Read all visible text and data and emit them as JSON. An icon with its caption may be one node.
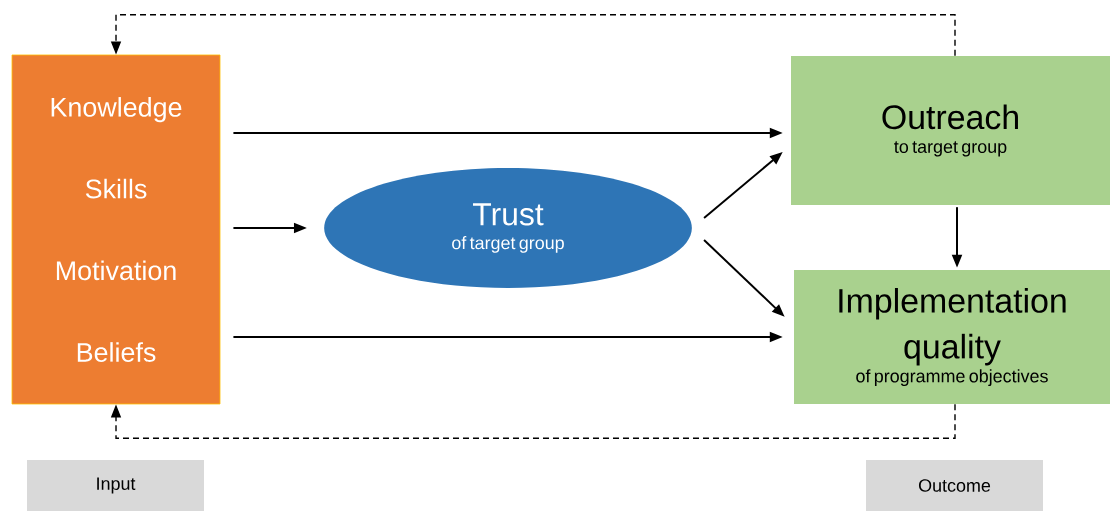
{
  "diagram": {
    "nodes": [
      {
        "text": [
          "Knowledge",
          "Skills",
          "Motivation",
          "Beliefs"
        ]
      },
      {
        "text": [
          "Trust",
          "of target group"
        ]
      },
      {
        "text": [
          "Outreach",
          "to target group"
        ]
      },
      {
        "text": [
          "Implementation quality",
          "of programme objectives"
        ]
      },
      {
        "text": [
          "Input"
        ]
      },
      {
        "text": [
          "Outcome"
        ]
      }
    ],
    "edges": [
      {
        "from": 0,
        "to": 2,
        "arrow": "to"
      },
      {
        "from": 0,
        "to": 1,
        "arrow": "to"
      },
      {
        "from": 0,
        "to": 3,
        "arrow": "to"
      },
      {
        "from": 1,
        "to": 2,
        "arrow": "to"
      },
      {
        "from": 1,
        "to": 3,
        "arrow": "to"
      },
      {
        "from": 2,
        "to": 3,
        "arrow": "to"
      },
      {
        "from": 2,
        "to": 0,
        "arrow": "to",
        "style": "dashed"
      },
      {
        "from": 3,
        "to": 0,
        "arrow": "to",
        "style": "dashed"
      }
    ]
  }
}
